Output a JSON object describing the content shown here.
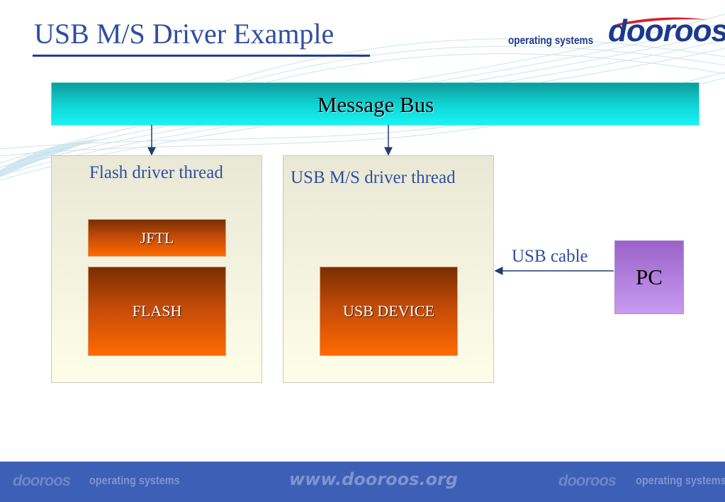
{
  "slide": {
    "title": "USB M/S Driver Example"
  },
  "branding": {
    "tagline": "operating systems",
    "logo": "dooroos",
    "url": "www.dooroos.org",
    "colors": {
      "brand_blue": "#1b3a8c",
      "title_blue": "#2f4fa0",
      "footer_blue": "#3d5fb5"
    }
  },
  "diagram": {
    "message_bus": {
      "label": "Message Bus",
      "color": "#10d6d6"
    },
    "flash_thread": {
      "label": "Flash driver thread",
      "components": [
        "JFTL",
        "FLASH"
      ]
    },
    "usb_thread": {
      "label": "USB M/S driver thread",
      "components": [
        "USB DEVICE"
      ]
    },
    "pc": {
      "label": "PC",
      "color": "#c89af0"
    },
    "cable": {
      "label": "USB cable"
    },
    "block_color": "#ff6a00"
  }
}
